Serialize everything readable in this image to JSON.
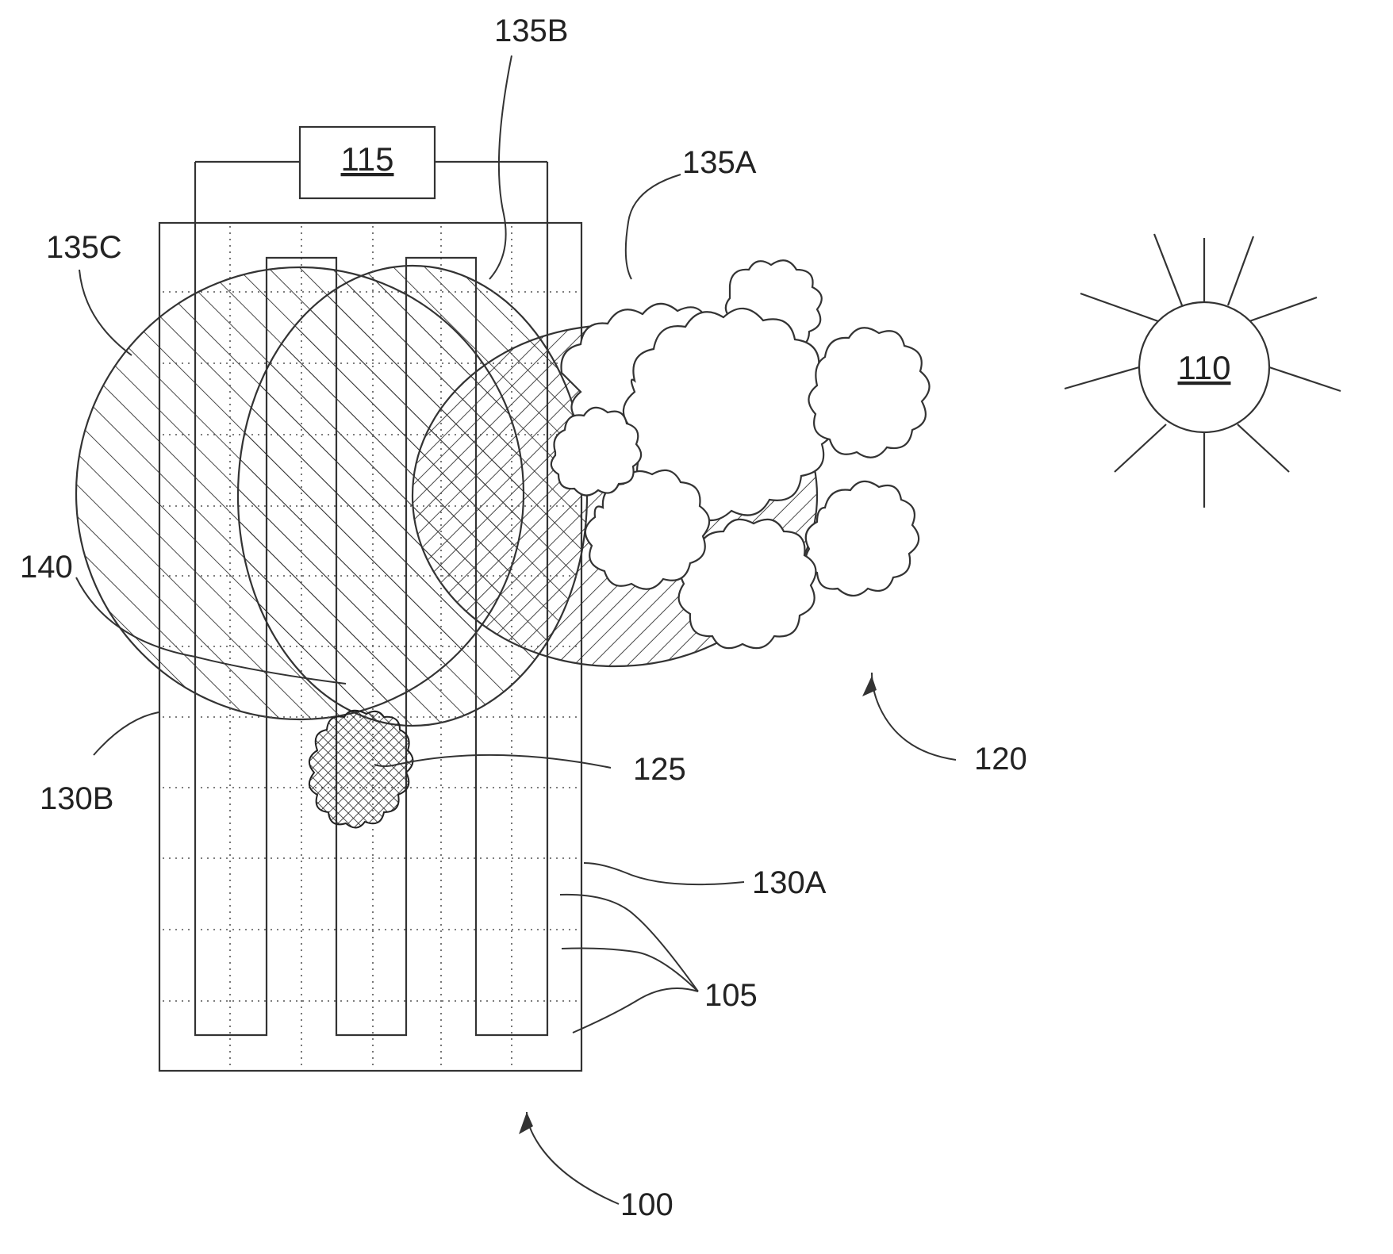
{
  "figure": {
    "labels": {
      "module": "100",
      "cells": "105",
      "sun": "110",
      "controller": "115",
      "tree": "120",
      "soil": "125",
      "string_a": "130A",
      "string_b": "130B",
      "shadow_a": "135A",
      "shadow_b": "135B",
      "shadow_c": "135C",
      "overlap": "140"
    },
    "colors": {
      "line": "#333333",
      "background": "#ffffff"
    }
  }
}
